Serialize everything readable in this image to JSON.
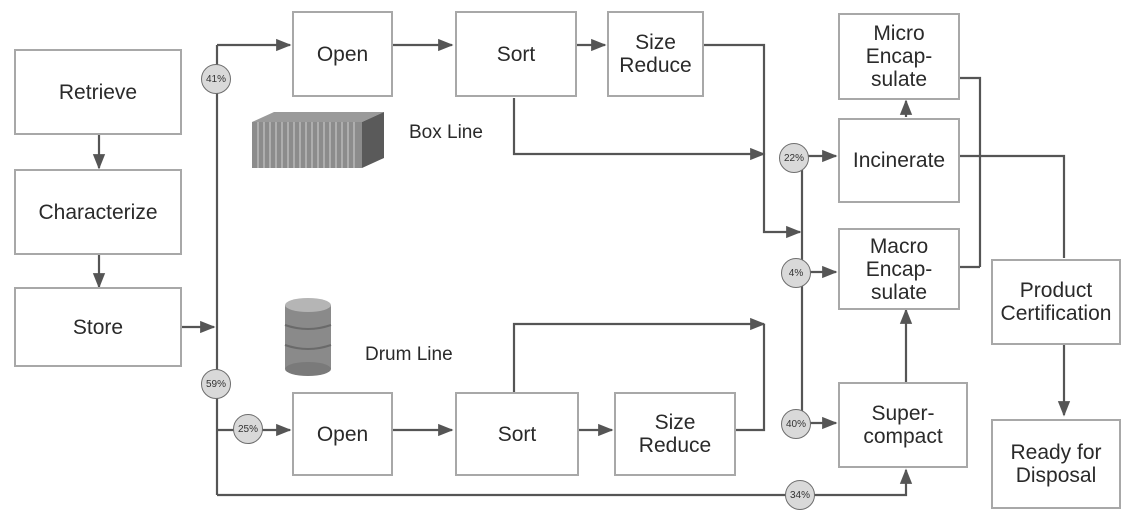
{
  "boxes": {
    "retrieve": "Retrieve",
    "characterize": "Characterize",
    "store": "Store",
    "box_open": "Open",
    "box_sort": "Sort",
    "box_size_reduce": "Size\nReduce",
    "drum_open": "Open",
    "drum_sort": "Sort",
    "drum_size_reduce": "Size\nReduce",
    "micro_encapsulate": "Micro\nEncap-\nsulate",
    "incinerate": "Incinerate",
    "macro_encapsulate": "Macro\nEncap-\nsulate",
    "supercompact": "Super-\ncompact",
    "product_certification": "Product\nCertification",
    "ready_for_disposal": "Ready for\nDisposal"
  },
  "labels": {
    "box_line": "Box Line",
    "drum_line": "Drum Line"
  },
  "badges": {
    "box_line_share": "41%",
    "drum_line_share": "59%",
    "drum_open_share": "25%",
    "direct_supercompact_share": "34%",
    "incinerate_share": "22%",
    "macro_share": "4%",
    "supercompact_share": "40%"
  },
  "icons": {
    "box_line": "box-stack-icon",
    "drum_line": "drum-icon"
  }
}
